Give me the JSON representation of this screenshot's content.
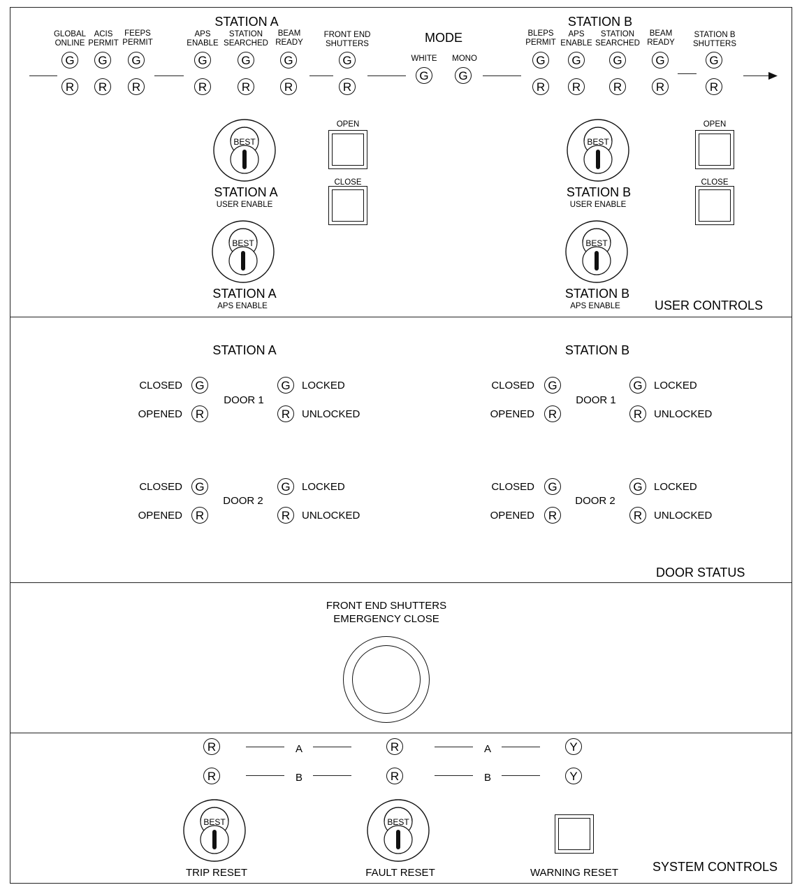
{
  "top_panel": {
    "station_a_title": "STATION  A",
    "station_b_title": "STATION  B",
    "mode_title": "MODE",
    "indicators": [
      {
        "label": [
          "GLOBAL",
          "ONLINE"
        ],
        "lamps": [
          "G",
          "R"
        ]
      },
      {
        "label": [
          "ACIS",
          "PERMIT"
        ],
        "lamps": [
          "G",
          "R"
        ]
      },
      {
        "label": [
          "FEEPS",
          "PERMIT"
        ],
        "lamps": [
          "G",
          "R"
        ]
      },
      {
        "label": [
          "APS",
          "ENABLE"
        ],
        "lamps": [
          "G",
          "R"
        ]
      },
      {
        "label": [
          "STATION",
          "SEARCHED"
        ],
        "lamps": [
          "G",
          "R"
        ]
      },
      {
        "label": [
          "BEAM",
          "READY"
        ],
        "lamps": [
          "G",
          "R"
        ]
      },
      {
        "label": [
          "FRONT END",
          "SHUTTERS"
        ],
        "lamps": [
          "G",
          "R"
        ]
      },
      {
        "label": [
          "WHITE"
        ],
        "lamps": [
          "G"
        ]
      },
      {
        "label": [
          "MONO"
        ],
        "lamps": [
          "G"
        ]
      },
      {
        "label": [
          "BLEPS",
          "PERMIT"
        ],
        "lamps": [
          "G",
          "R"
        ]
      },
      {
        "label": [
          "APS",
          "ENABLE"
        ],
        "lamps": [
          "G",
          "R"
        ]
      },
      {
        "label": [
          "STATION",
          "SEARCHED"
        ],
        "lamps": [
          "G",
          "R"
        ]
      },
      {
        "label": [
          "BEAM",
          "READY"
        ],
        "lamps": [
          "G",
          "R"
        ]
      },
      {
        "label": [
          "STATION B",
          "SHUTTERS"
        ],
        "lamps": [
          "G",
          "R"
        ]
      }
    ],
    "key_label": "BEST",
    "station_a_user_title": "STATION A",
    "station_a_user_sub": "USER ENABLE",
    "station_a_aps_title": "STATION A",
    "station_a_aps_sub": "APS ENABLE",
    "station_b_user_title": "STATION B",
    "station_b_user_sub": "USER ENABLE",
    "station_b_aps_title": "STATION B",
    "station_b_aps_sub": "APS ENABLE",
    "open_label": "OPEN",
    "close_label": "CLOSE",
    "section_label": "USER CONTROLS"
  },
  "door_panel": {
    "stations": [
      {
        "title": "STATION A",
        "doors": [
          {
            "name": "DOOR 1",
            "closed": "CLOSED",
            "opened": "OPENED",
            "locked": "LOCKED",
            "unlocked": "UNLOCKED",
            "lamps": [
              "G",
              "R",
              "G",
              "R"
            ]
          },
          {
            "name": "DOOR 2",
            "closed": "CLOSED",
            "opened": "OPENED",
            "locked": "LOCKED",
            "unlocked": "UNLOCKED",
            "lamps": [
              "G",
              "R",
              "G",
              "R"
            ]
          }
        ]
      },
      {
        "title": "STATION B",
        "doors": [
          {
            "name": "DOOR 1",
            "closed": "CLOSED",
            "opened": "OPENED",
            "locked": "LOCKED",
            "unlocked": "UNLOCKED",
            "lamps": [
              "G",
              "R",
              "G",
              "R"
            ]
          },
          {
            "name": "DOOR 2",
            "closed": "CLOSED",
            "opened": "OPENED",
            "locked": "LOCKED",
            "unlocked": "UNLOCKED",
            "lamps": [
              "G",
              "R",
              "G",
              "R"
            ]
          }
        ]
      }
    ],
    "section_label": "DOOR STATUS"
  },
  "emergency_panel": {
    "title_line1": "FRONT END SHUTTERS",
    "title_line2": "EMERGENCY CLOSE"
  },
  "system_panel": {
    "lamps_a": [
      "R",
      "R",
      "Y"
    ],
    "lamps_b": [
      "R",
      "R",
      "Y"
    ],
    "channel_a": "A",
    "channel_b": "B",
    "key_label": "BEST",
    "trip_reset": "TRIP RESET",
    "fault_reset": "FAULT RESET",
    "warning_reset": "WARNING RESET",
    "section_label": "SYSTEM CONTROLS"
  }
}
